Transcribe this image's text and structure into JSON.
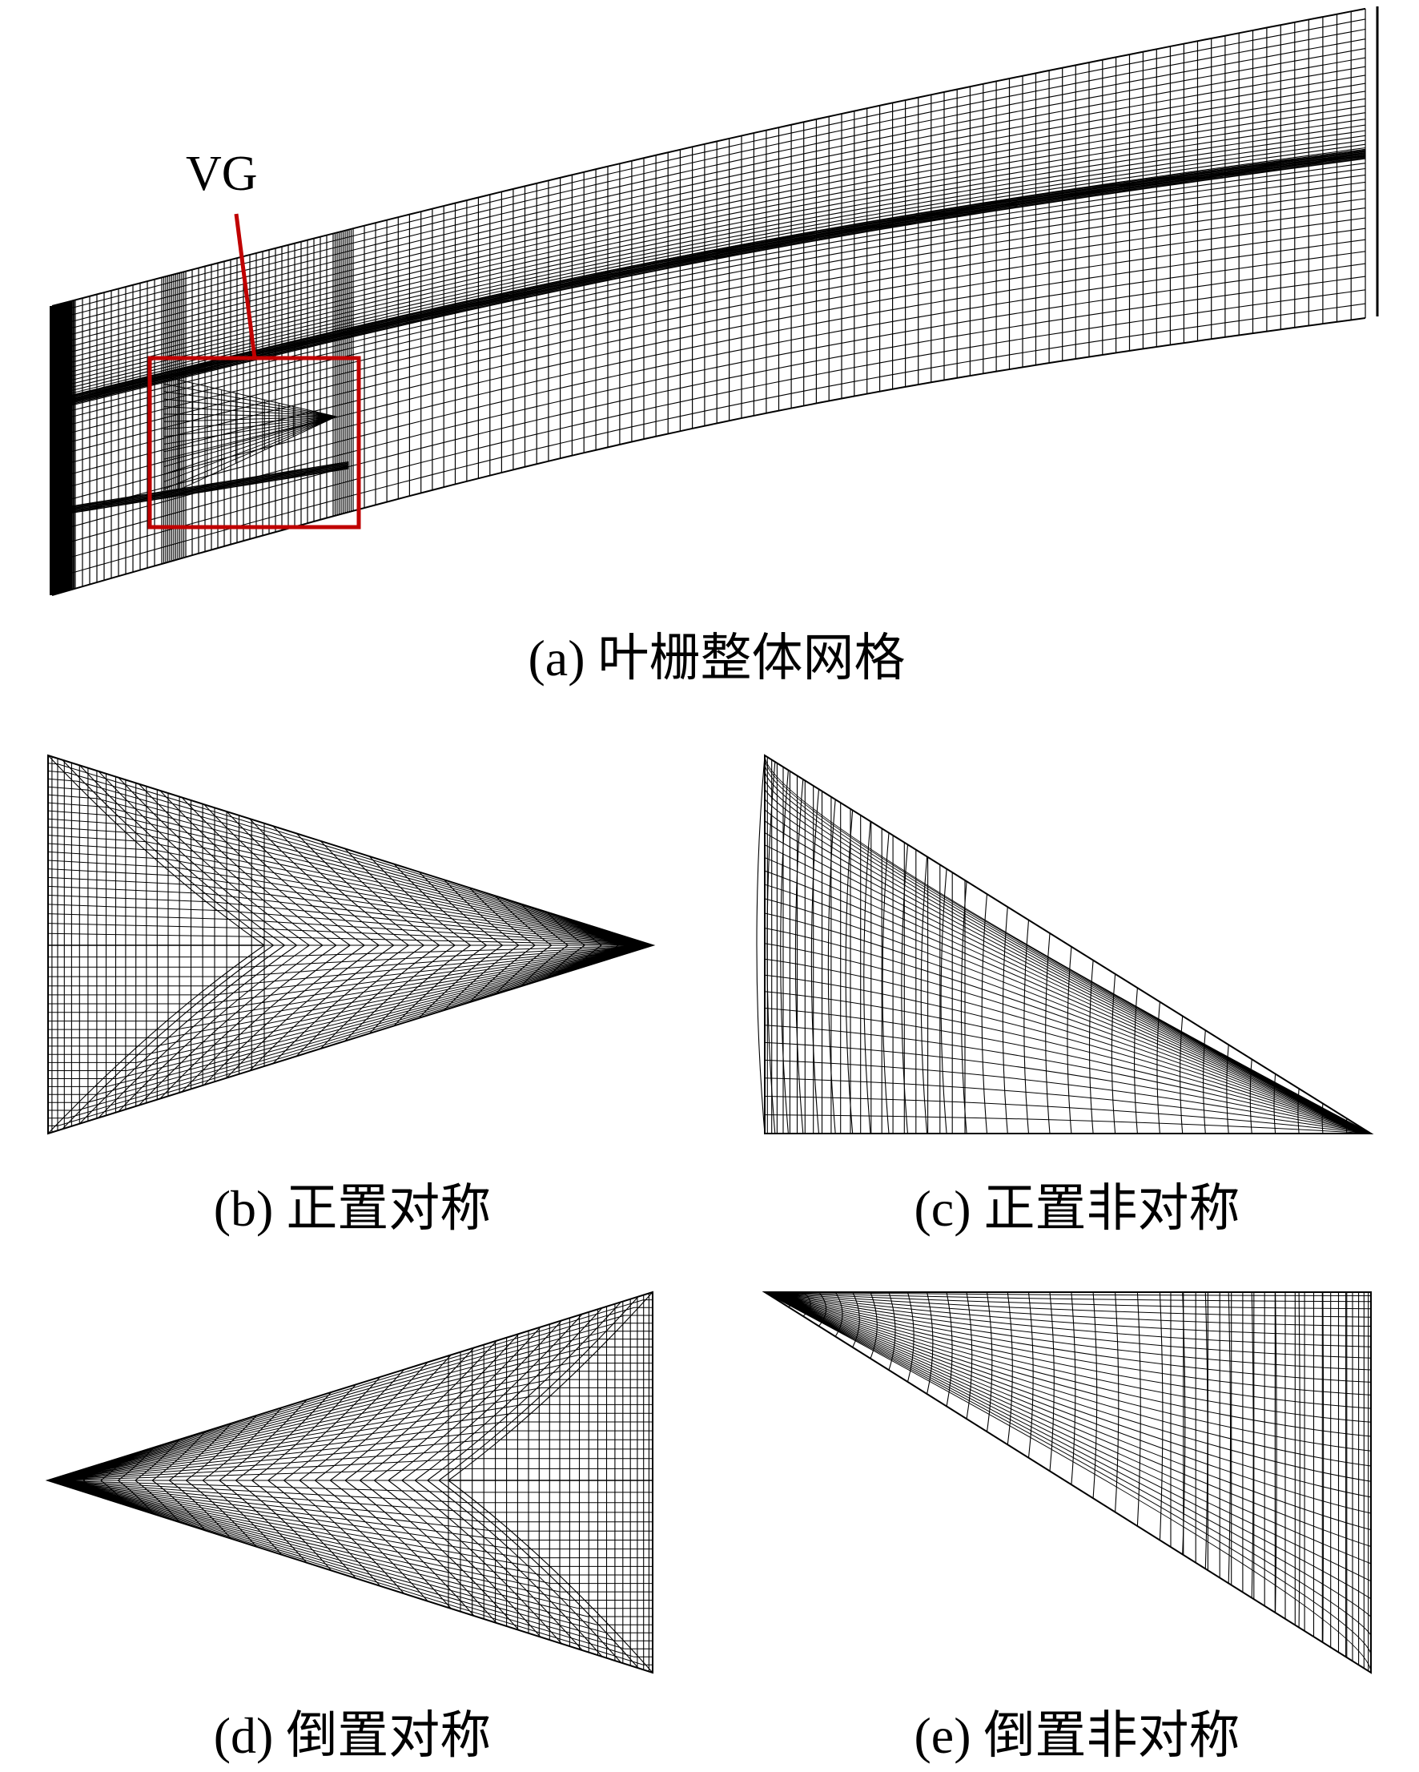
{
  "panel_a": {
    "annotation_label": "VG",
    "caption": "(a) 叶栅整体网格"
  },
  "panel_b": {
    "caption": "(b) 正置对称"
  },
  "panel_c": {
    "caption": "(c) 正置非对称"
  },
  "panel_d": {
    "caption": "(d) 倒置对称"
  },
  "panel_e": {
    "caption": "(e) 倒置非对称"
  },
  "colors": {
    "mesh_line": "#000000",
    "highlight_box": "#c00000",
    "background": "#ffffff"
  }
}
